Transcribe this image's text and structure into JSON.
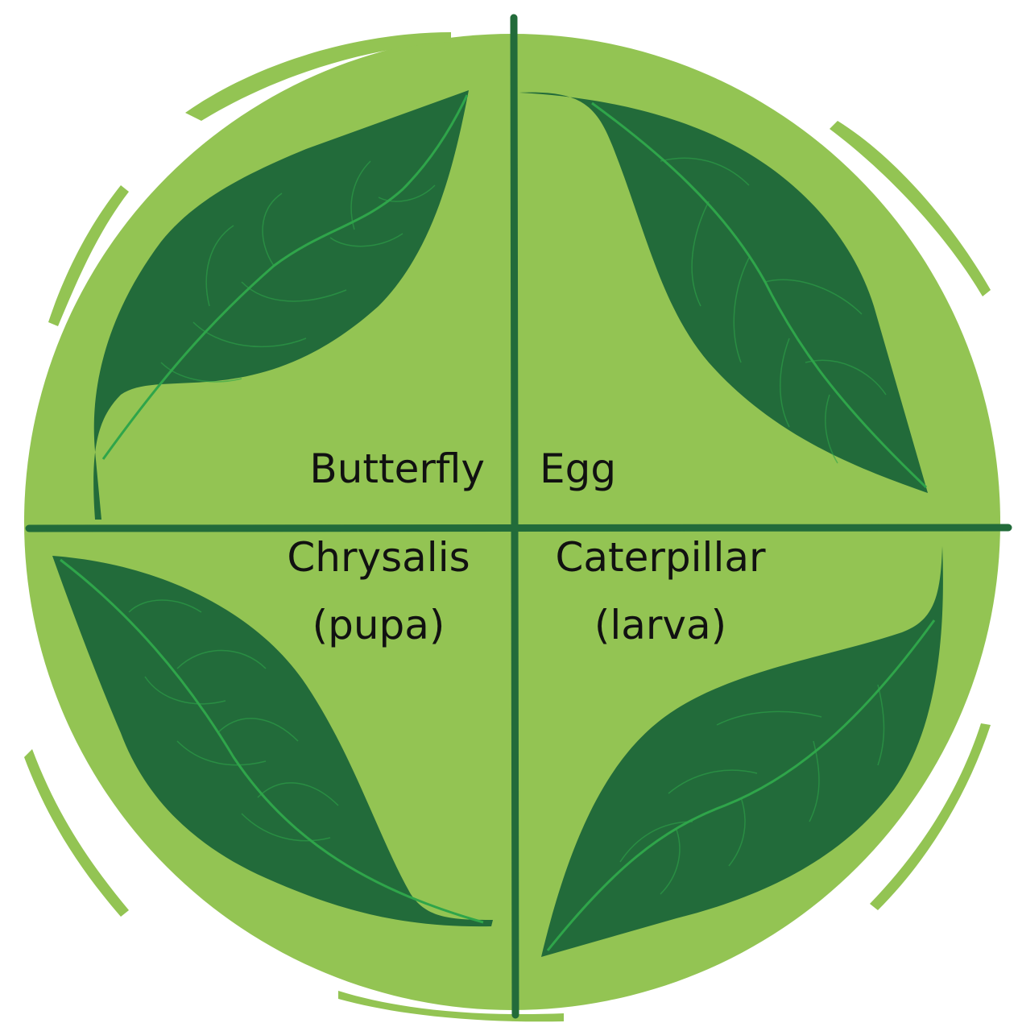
{
  "colors": {
    "background": "#ffffff",
    "disc": "#93c453",
    "leaf": "#226b3a",
    "vein": "#2fa54a",
    "divider": "#226b3a",
    "text": "#111111"
  },
  "stages": {
    "butterfly": {
      "line1": "Butterfly"
    },
    "egg": {
      "line1": "Egg"
    },
    "chrysalis": {
      "line1": "Chrysalis",
      "line2": "(pupa)"
    },
    "caterpillar": {
      "line1": "Caterpillar",
      "line2": "(larva)"
    }
  }
}
